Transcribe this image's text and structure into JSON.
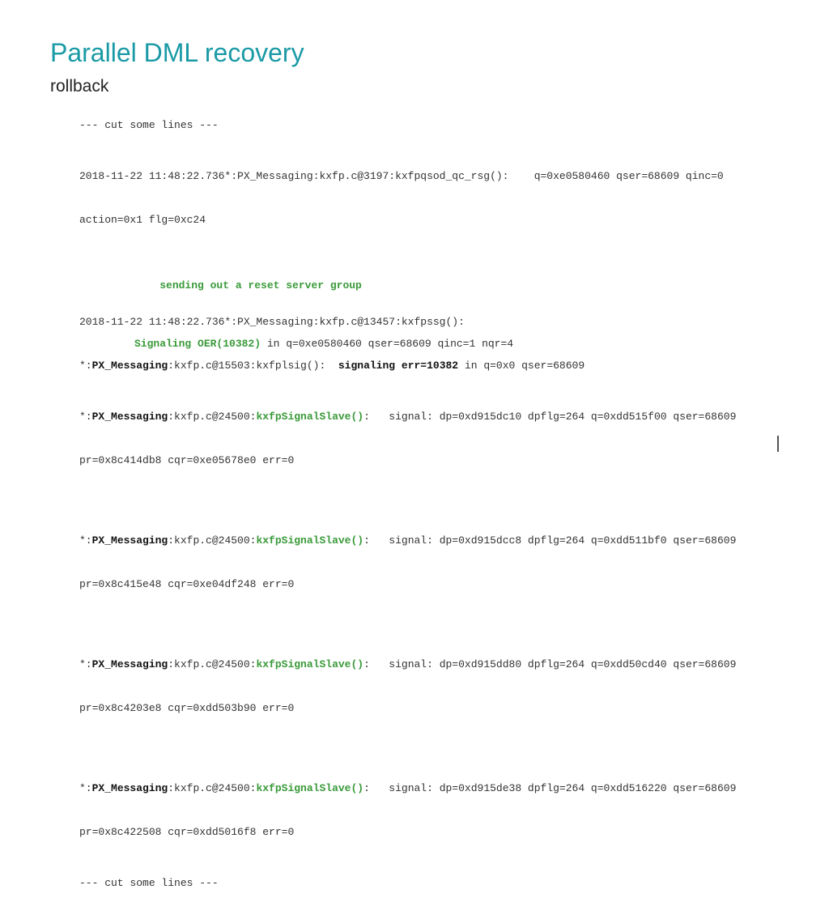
{
  "slide": {
    "title": "Parallel DML recovery",
    "subtitle": "rollback"
  },
  "log": {
    "cut_start": "--- cut some lines ---",
    "entry1_line1": "2018-11-22 11:48:22.736*:PX_Messaging:kxfp.c@3197:kxfpqsod_qc_rsg():    q=0xe0580460 qser=68609 qinc=0",
    "entry1_line2": "action=0x1 flg=0xc24",
    "entry1_note": "sending out a reset server group",
    "entry2_line1": "2018-11-22 11:48:22.736*:PX_Messaging:kxfp.c@13457:kxfpssg():",
    "signal_oer_label": "Signaling OER(10382)",
    "signal_oer_rest": " in q=0xe0580460 qser=68609 qinc=1 nqr=4",
    "sig_prefix_star": "*:",
    "sig_prefix_bold": "PX_Messaging",
    "sig_plsig_loc": ":kxfp.c@15503:kxfplsig():  ",
    "sig_plsig_bold": "signaling err=10382",
    "sig_plsig_rest": " in q=0x0 qser=68609",
    "slave_loc": ":kxfp.c@24500:",
    "slave_func": "kxfpSignalSlave()",
    "slave_colon": ":",
    "slave1_sig": "   signal: dp=0xd915dc10 dpflg=264 q=0xdd515f00 qser=68609",
    "slave1_line2": "pr=0x8c414db8 cqr=0xe05678e0 err=0",
    "slave2_sig": "   signal: dp=0xd915dcc8 dpflg=264 q=0xdd511bf0 qser=68609",
    "slave2_line2": "pr=0x8c415e48 cqr=0xe04df248 err=0",
    "slave3_sig": "   signal: dp=0xd915dd80 dpflg=264 q=0xdd50cd40 qser=68609",
    "slave3_line2": "pr=0x8c4203e8 cqr=0xdd503b90 err=0",
    "slave4_sig": "   signal: dp=0xd915de38 dpflg=264 q=0xdd516220 qser=68609",
    "slave4_line2": "pr=0x8c422508 cqr=0xdd5016f8 err=0",
    "cut_end": "--- cut some lines ---"
  },
  "colors": {
    "title": "#1a9aa6",
    "highlight_green": "#3a9a3a",
    "text": "#333333"
  }
}
